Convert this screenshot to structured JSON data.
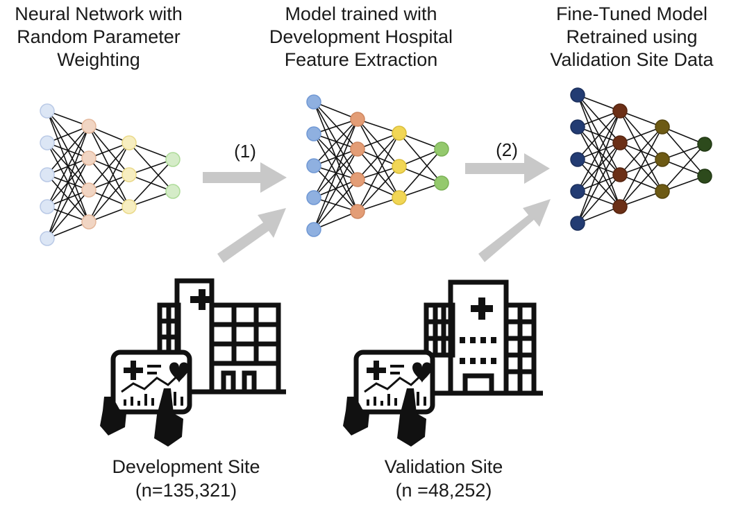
{
  "stages": [
    {
      "title_lines": [
        "Neural Network with",
        "Random Parameter",
        "Weighting"
      ],
      "colors": [
        "#dce6f5",
        "#f1d5c3",
        "#f7eec0",
        "#d5ecc8"
      ],
      "stroke": [
        "#b9c9e6",
        "#e4b79b",
        "#ead98a",
        "#addb98"
      ]
    },
    {
      "title_lines": [
        "Model trained with",
        "Development Hospital",
        "Feature Extraction"
      ],
      "colors": [
        "#8fb0e0",
        "#e39d76",
        "#f1d655",
        "#94c96d"
      ],
      "stroke": [
        "#7098d4",
        "#cf8760",
        "#d9bd3b",
        "#7bb156"
      ]
    },
    {
      "title_lines": [
        "Fine-Tuned Model",
        "Retrained using",
        "Validation Site Data"
      ],
      "colors": [
        "#233c73",
        "#6b2f16",
        "#6d5a14",
        "#2d4a1c"
      ],
      "stroke": [
        "#1b2f5c",
        "#55240f",
        "#55450d",
        "#213814"
      ]
    }
  ],
  "steps": [
    {
      "label": "(1)"
    },
    {
      "label": "(2)"
    }
  ],
  "sites": [
    {
      "name": "Development Site",
      "count": "(n=135,321)"
    },
    {
      "name": "Validation Site",
      "count": "(n =48,252)"
    }
  ],
  "arrow_color": "#c8c8c8"
}
